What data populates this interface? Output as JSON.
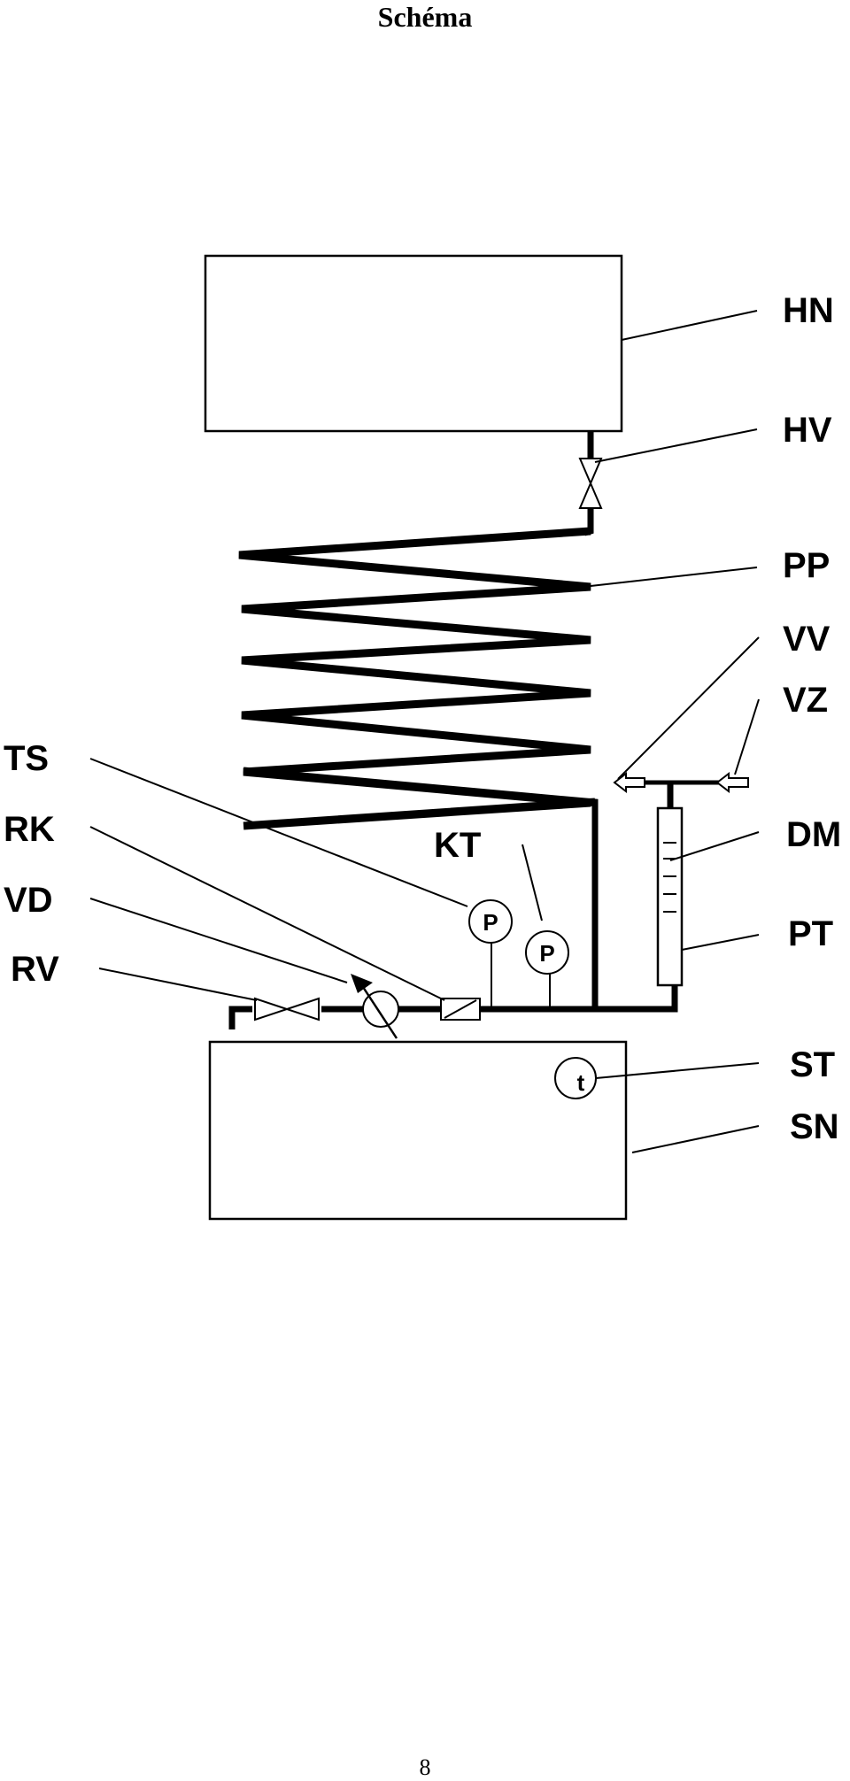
{
  "page": {
    "title": "Schéma",
    "number": "8"
  },
  "diagram": {
    "labels": {
      "HN": "HN",
      "HV": "HV",
      "PP": "PP",
      "VV": "VV",
      "VZ": "VZ",
      "DM": "DM",
      "PT": "PT",
      "ST": "ST",
      "SN": "SN",
      "TS": "TS",
      "RK": "RK",
      "VD": "VD",
      "RV": "RV",
      "KT": "KT"
    },
    "gauges": {
      "pressure_1": "P",
      "pressure_2": "P",
      "thermometer": "t"
    }
  }
}
